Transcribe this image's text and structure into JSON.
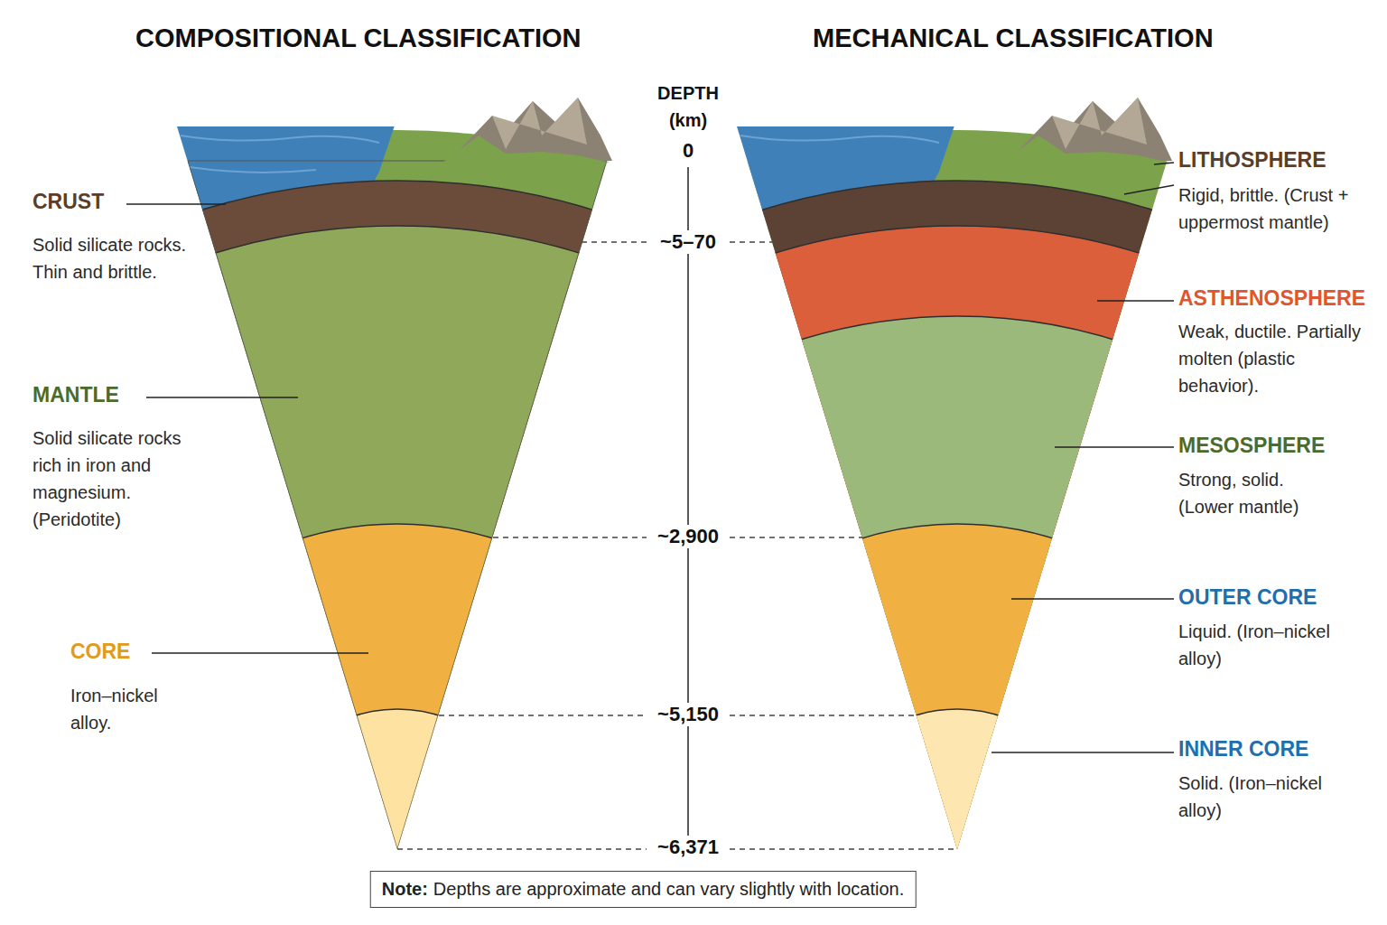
{
  "diagram": {
    "nodes": [
      {
        "text": [
          "Note:",
          "Depths are approximate and can vary slightly with location."
        ]
      }
    ],
    "labels": [
      "COMPOSITIONAL CLASSIFICATION",
      "MECHANICAL CLASSIFICATION",
      "DEPTH (km)",
      "0",
      "~5–70",
      "~2,900",
      "~5,150",
      "~6,371",
      "CRUST",
      "Solid silicate rocks. Thin and brittle.",
      "MANTLE",
      "Solid silicate rocks rich in iron and magnesium. (Peridotite)",
      "CORE",
      "Iron–nickel alloy.",
      "LITHOSPHERE",
      "Rigid, brittle. (Crust + uppermost mantle)",
      "ASTHENOSPHERE",
      "Weak, ductile. Partially molten (plastic behavior).",
      "MESOSPHERE",
      "Strong, solid. (Lower mantle)",
      "OUTER CORE",
      "Liquid. (Iron–nickel alloy)",
      "INNER CORE",
      "Solid. (Iron–nickel alloy)"
    ]
  }
}
